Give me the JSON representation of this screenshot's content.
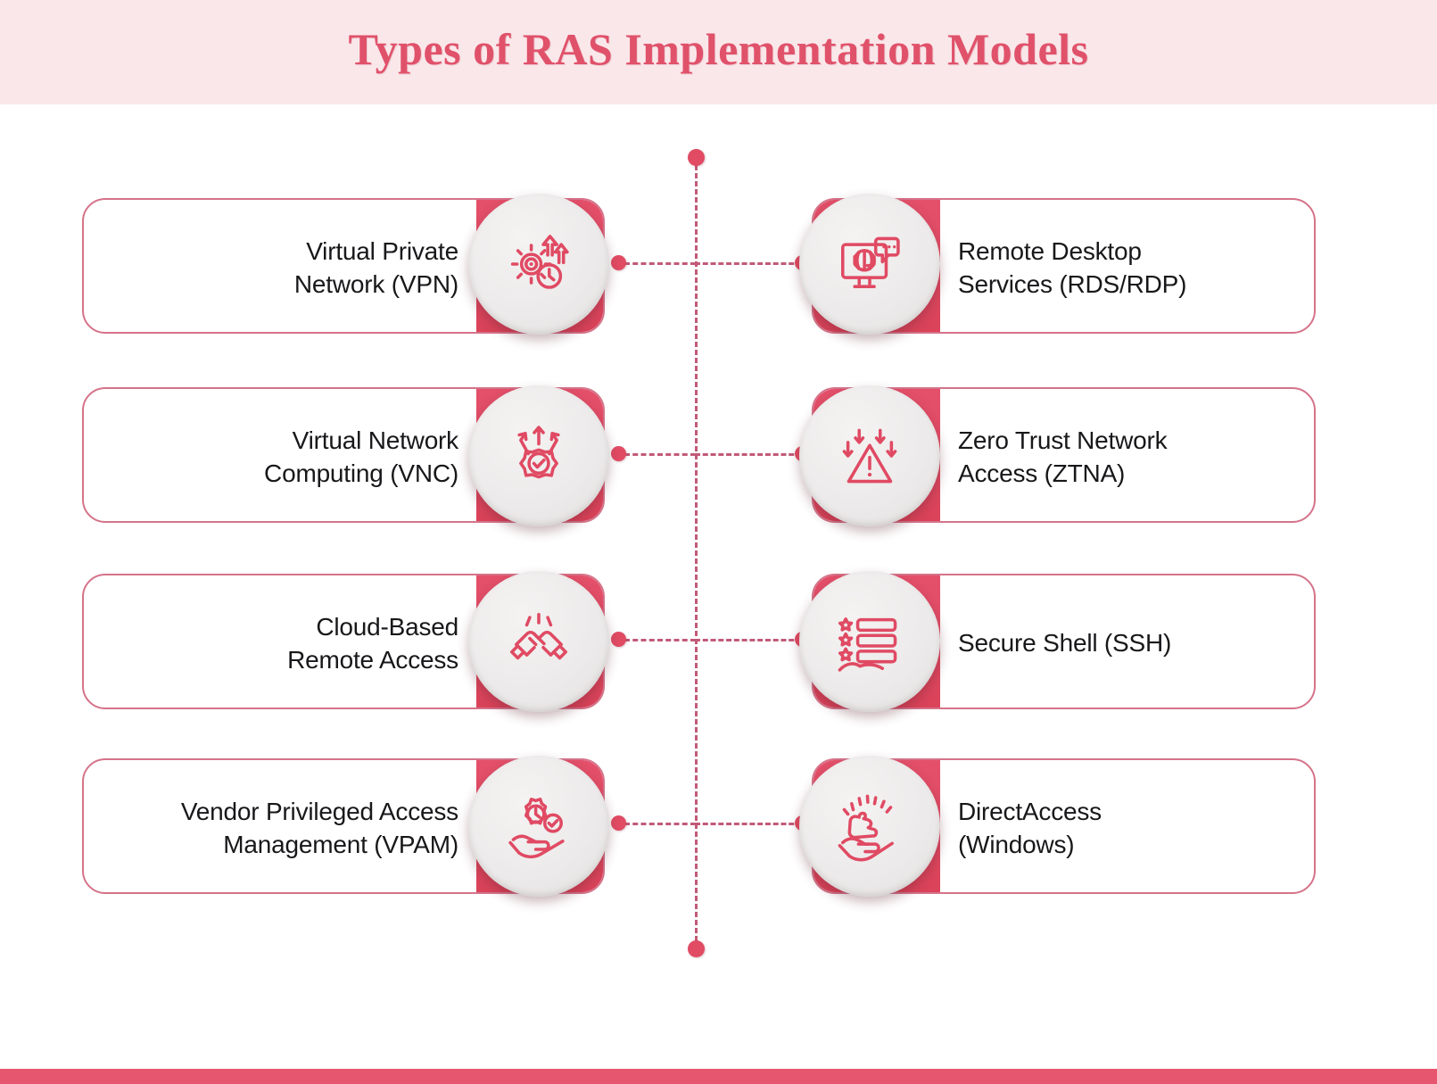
{
  "header": {
    "title": "Types of RAS Implementation Models",
    "band_color": "#fae7ea",
    "title_color": "#e0516a"
  },
  "theme": {
    "accent": "#e14b63",
    "accent_dark": "#d94258",
    "card_border": "#d5738a",
    "badge_fill": "#eceaea",
    "text": "#18181b",
    "bottom_bar": "#e6566e"
  },
  "diagram": {
    "type": "two-column-connected-list",
    "connector_style": "dashed",
    "spine_dot_top": true,
    "spine_dot_bottom": true,
    "rows": 4,
    "columns": 2
  },
  "items": {
    "left": [
      {
        "label": "Virtual Private\nNetwork (VPN)",
        "icon": "gear-clock-arrows-icon"
      },
      {
        "label": "Virtual Network\nComputing (VNC)",
        "icon": "gear-check-arrows-icon"
      },
      {
        "label": "Cloud-Based\nRemote Access",
        "icon": "handshake-icon"
      },
      {
        "label": "Vendor Privileged Access\nManagement (VPAM)",
        "icon": "hand-gear-clock-check-icon"
      }
    ],
    "right": [
      {
        "label": "Remote Desktop\nServices (RDS/RDP)",
        "icon": "monitor-globe-headset-chat-icon"
      },
      {
        "label": "Zero Trust Network\nAccess (ZTNA)",
        "icon": "warning-triangle-down-arrows-icon"
      },
      {
        "label": "Secure Shell (SSH)",
        "icon": "hand-star-list-icon"
      },
      {
        "label": "DirectAccess\n(Windows)",
        "icon": "hand-puzzle-shine-icon"
      }
    ]
  }
}
